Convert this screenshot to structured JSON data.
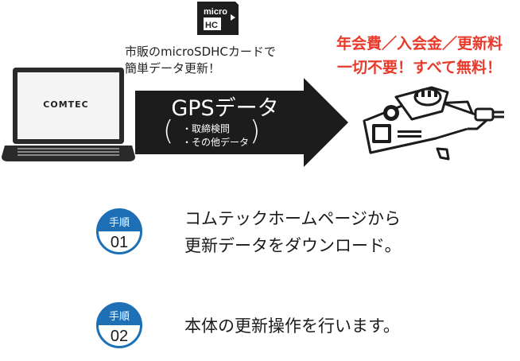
{
  "sd_card": {
    "line1": "micro",
    "line2": "HC"
  },
  "caption": {
    "line1": "市販のmicroSDHCカードで",
    "line2": "簡単データ更新！"
  },
  "free_notice": {
    "line1": "年会費／入会金／更新料",
    "line2": "一切不要！すべて無料！",
    "color": "#e8392a"
  },
  "laptop": {
    "brand": "COMTEC"
  },
  "arrow": {
    "title": "GPSデータ",
    "items": [
      "・取締検問",
      "・その他データ"
    ],
    "color": "#1c1c1c"
  },
  "steps": [
    {
      "label": "手順",
      "number": "01",
      "text_lines": [
        "コムテックホームページから",
        "更新データをダウンロード。"
      ]
    },
    {
      "label": "手順",
      "number": "02",
      "text_lines": [
        "本体の更新操作を行います。"
      ]
    }
  ],
  "colors": {
    "badge_blue": "#1d6fb6",
    "badge_light": "#ffffff"
  }
}
